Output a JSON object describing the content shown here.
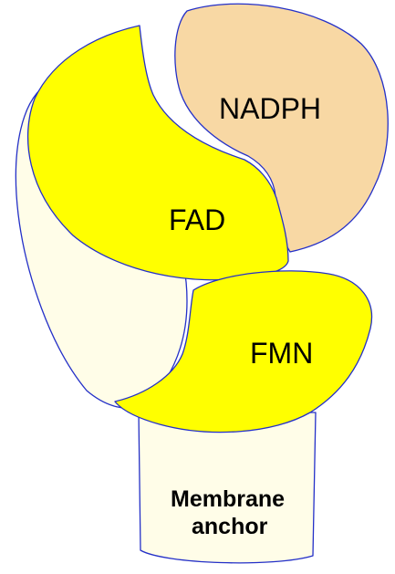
{
  "domains": {
    "nadph": {
      "label": "NADPH",
      "fill": "#f8d8a4"
    },
    "fad": {
      "label": "FAD",
      "fill": "#ffff00"
    },
    "fmn": {
      "label": "FMN",
      "fill": "#ffff00"
    },
    "membrane_anchor": {
      "line1": "Membrane",
      "line2": "anchor",
      "fill": "#fffde8"
    },
    "linker": {
      "fill": "#fffde8"
    }
  },
  "colors": {
    "outline": "#2430c8",
    "background": "#ffffff"
  }
}
